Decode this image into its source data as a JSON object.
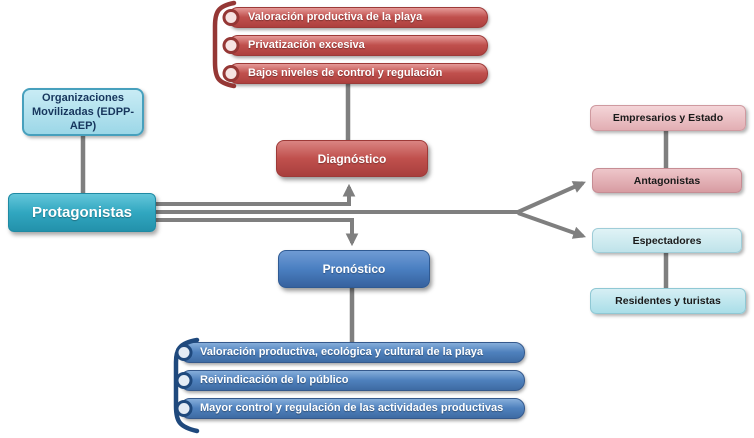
{
  "colors": {
    "red_accent": "#c0504d",
    "red_dark": "#953735",
    "blue_accent": "#4f81bd",
    "blue_dark": "#1f497d",
    "teal_accent": "#31a7c0",
    "pink_light": "#e8bcc0",
    "cyan_light": "#c7eaf0",
    "connector_gray": "#7f7f7f"
  },
  "nodes": {
    "organizaciones": {
      "label": "Organizaciones Movilizadas (EDPP-AEP)"
    },
    "protagonistas": {
      "label": "Protagonistas"
    },
    "diagnostico": {
      "label": "Diagnóstico"
    },
    "pronostico": {
      "label": "Pronóstico"
    },
    "empresarios": {
      "label": "Empresarios y Estado"
    },
    "antagonistas": {
      "label": "Antagonistas"
    },
    "espectadores": {
      "label": "Espectadores"
    },
    "residentes": {
      "label": "Residentes y turistas"
    }
  },
  "diagnostico_items": [
    "Valoración productiva de la playa",
    "Privatización excesiva",
    "Bajos niveles de control y regulación"
  ],
  "pronostico_items": [
    "Valoración productiva, ecológica y cultural de la playa",
    "Reivindicación de lo público",
    "Mayor control y regulación de las actividades productivas"
  ]
}
